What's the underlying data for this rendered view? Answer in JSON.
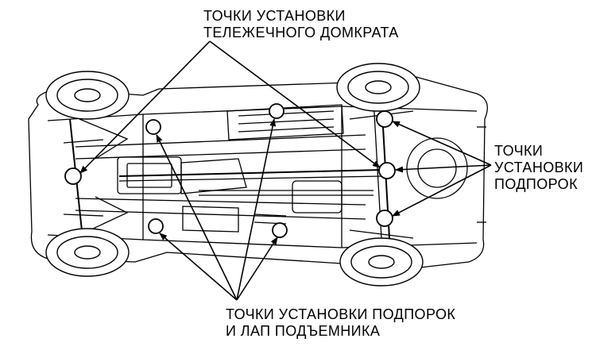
{
  "labels": {
    "jack_points": [
      "ТОЧКИ  УСТАНОВКИ",
      "ТЕЛЕЖЕЧНОГО  ДОМКРАТА"
    ],
    "stand_points": [
      "ТОЧКИ",
      "УСТАНОВКИ",
      "ПОДПОРОК"
    ],
    "lift_points": [
      "ТОЧКИ  УСТАНОВКИ  ПОДПОРОК",
      "И  ЛАП  ПОДЪЕМНИКА"
    ]
  },
  "colors": {
    "ink": "#000000",
    "paper": "#ffffff"
  }
}
